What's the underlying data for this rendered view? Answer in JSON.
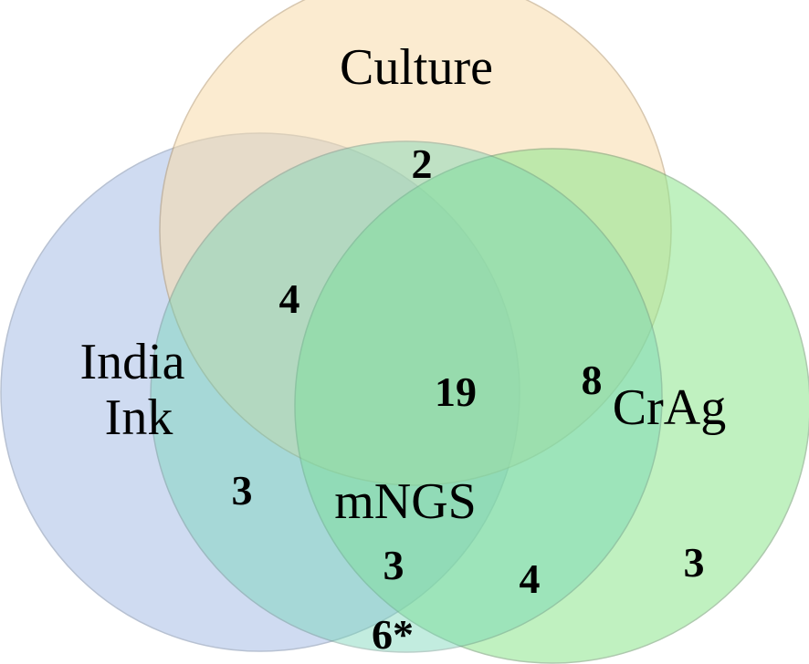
{
  "sets": [
    {
      "key": "culture",
      "label": "Culture",
      "fill": "#f9dcaa",
      "stroke": "#b89a6e"
    },
    {
      "key": "india_ink",
      "label_lines": [
        "India",
        "Ink"
      ],
      "fill": "#a9bfe6",
      "stroke": "#7e8fae"
    },
    {
      "key": "mngs",
      "label": "mNGS",
      "fill": "#6fd4b4",
      "stroke": "#5a8f80",
      "label_color": "#41586a"
    },
    {
      "key": "crag",
      "label": "CrAg",
      "fill": "#8ee68e",
      "stroke": "#6c9e6c",
      "label_color": "#3b5b50"
    }
  ],
  "counts": {
    "culture_mngs_crag": "2",
    "culture_india_mngs": "4",
    "all_four": "19",
    "culture_crag": "8",
    "india_mngs": "3",
    "india_mngs_crag": "3",
    "mngs_crag": "4",
    "crag_only": "3",
    "mngs_only": "6*"
  }
}
